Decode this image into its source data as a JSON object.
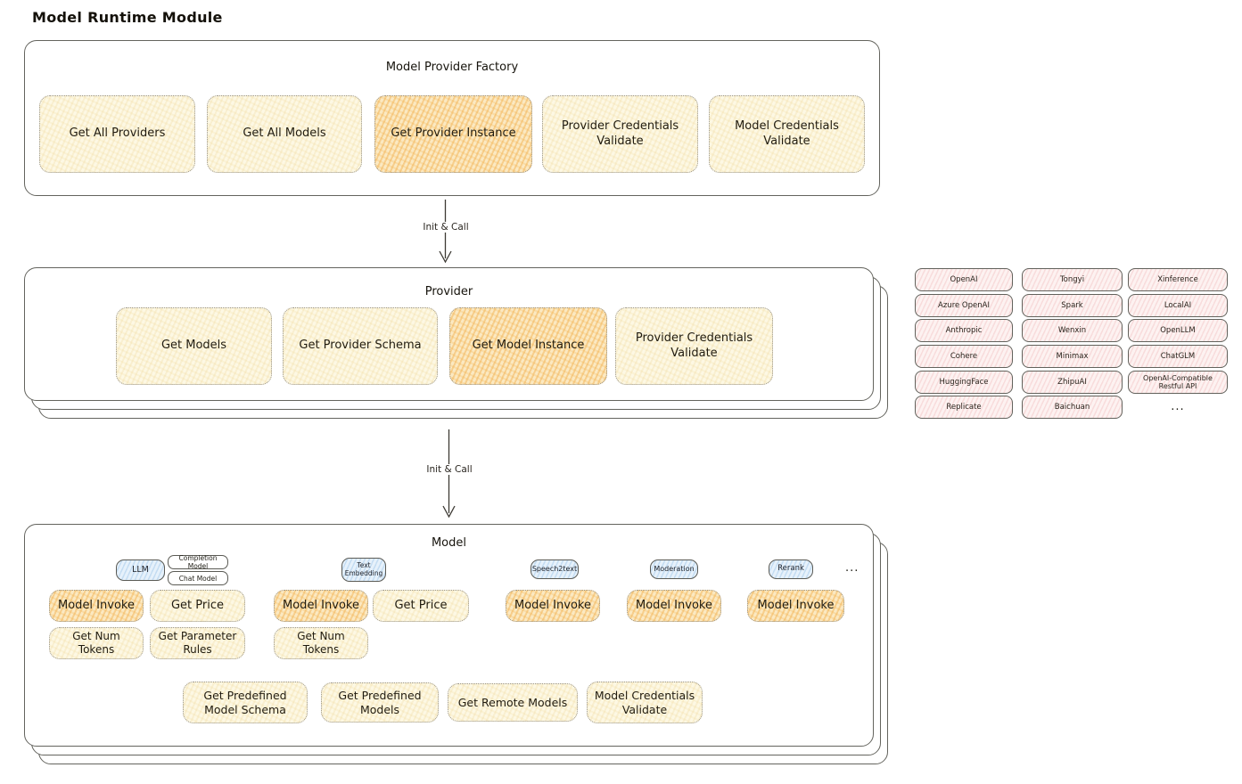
{
  "title": "Model Runtime Module",
  "colors": {
    "action_yellow": "#fdf8e4",
    "action_highlight": "#f8dda2",
    "provider_pink": "#fdf2f1",
    "type_blue": "#e6f1fb",
    "frame_border": "#64645e"
  },
  "factory": {
    "title": "Model Provider Factory",
    "buttons": [
      "Get All Providers",
      "Get All Models",
      "Get Provider Instance",
      "Provider Credentials Validate",
      "Model Credentials Validate"
    ],
    "highlighted": "Get Provider Instance"
  },
  "arrow1": {
    "label": "Init & Call"
  },
  "arrow2": {
    "label": "Init & Call"
  },
  "provider": {
    "title": "Provider",
    "buttons": [
      "Get Models",
      "Get Provider Schema",
      "Get Model Instance",
      "Provider Credentials Validate"
    ],
    "highlighted": "Get Model Instance"
  },
  "providers_grid": {
    "col1": [
      "OpenAI",
      "Azure OpenAI",
      "Anthropic",
      "Cohere",
      "HuggingFace",
      "Replicate"
    ],
    "col2": [
      "Tongyi",
      "Spark",
      "Wenxin",
      "Minimax",
      "ZhipuAI",
      "Baichuan"
    ],
    "col3": [
      "Xinference",
      "LocalAI",
      "OpenLLM",
      "ChatGLM",
      "OpenAI-Compatible Restful API"
    ],
    "more": "..."
  },
  "model": {
    "title": "Model",
    "type_badges": {
      "llm": "LLM",
      "completion_model": "Completion Model",
      "chat_model": "Chat Model",
      "text_embedding": "Text Embedding",
      "speech2text": "Speech2text",
      "moderation": "Moderation",
      "rerank": "Rerank",
      "more": "..."
    },
    "actions": {
      "model_invoke": "Model Invoke",
      "get_price": "Get Price",
      "get_num_tokens": "Get Num Tokens",
      "get_parameter_rules": "Get Parameter Rules",
      "get_predefined_model_schema": "Get Predefined Model Schema",
      "get_predefined_models": "Get Predefined Models",
      "get_remote_models": "Get Remote Models",
      "model_credentials_validate": "Model Credentials Validate"
    }
  }
}
